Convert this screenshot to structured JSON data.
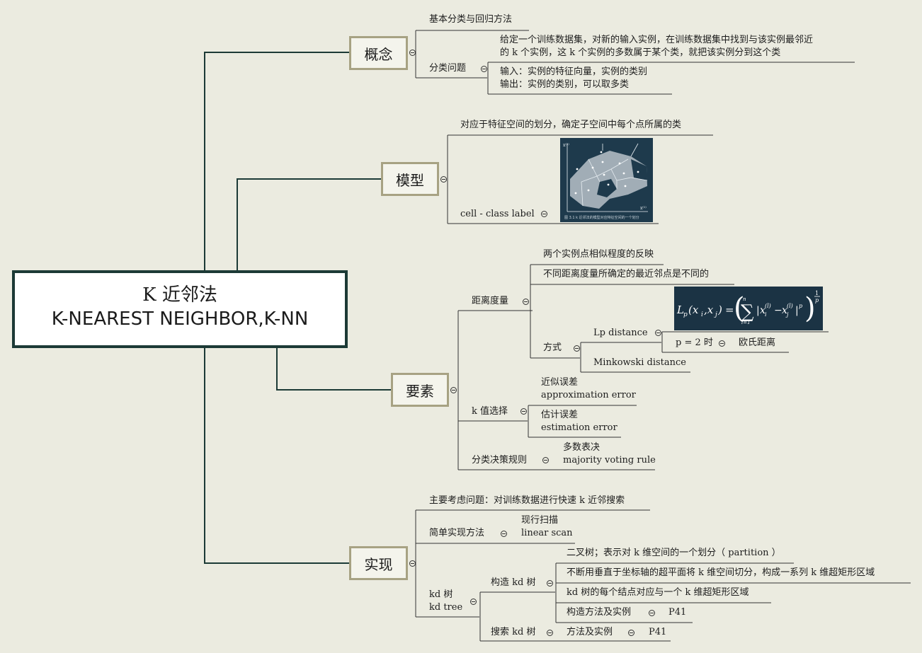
{
  "root": {
    "line1": "K 近邻法",
    "line2": "K-NEAREST NEIGHBOR,K-NN"
  },
  "concept": {
    "label": "概念",
    "basic": "基本分类与回归方法",
    "classification": "分类问题",
    "desc_line1": "给定一个训练数据集，对新的输入实例，在训练数据集中找到与该实例最邻近",
    "desc_line2": "的 k 个实例，这 k 个实例的多数属于某个类，就把该实例分到这个类",
    "input": "输入：实例的特征向量，实例的类别",
    "output": "输出：实例的类别，可以取多类"
  },
  "model": {
    "label": "模型",
    "desc": "对应于特征空间的划分，确定子空间中每个点所属的类",
    "cell": "cell - class label",
    "figure_caption": "图 3.1 k 近邻法的模型对应特征空间的一个划分"
  },
  "elements": {
    "label": "要素",
    "distance": "距离度量",
    "d1": "两个实例点相似程度的反映",
    "d2": "不同距离度量所确定的最近邻点是不同的",
    "method": "方式",
    "lp": "Lp distance",
    "p2": "p = 2 时",
    "euclid": "欧氏距离",
    "minkowski": "Minkowski distance",
    "kchoice": "k 值选择",
    "approx_cn": "近似误差",
    "approx_en": "approximation error",
    "est_cn": "估计误差",
    "est_en": "estimation error",
    "rule": "分类决策规则",
    "vote_cn": "多数表决",
    "vote_en": "majority voting rule"
  },
  "impl": {
    "label": "实现",
    "main": "主要考虑问题：对训练数据进行快速 k 近邻搜索",
    "simple": "简单实现方法",
    "scan_cn": "现行扫描",
    "scan_en": "linear scan",
    "kdtree_cn": "kd 树",
    "kdtree_en": "kd tree",
    "build": "构造 kd 树",
    "b1": "二叉树；表示对 k 维空间的一个划分（ partition ）",
    "b2": "不断用垂直于坐标轴的超平面将 k 维空间切分，构成一系列 k 维超矩形区域",
    "b3": "kd 树的每个结点对应与一个 k 维超矩形区域",
    "b4": "构造方法及实例",
    "b4p": "P41",
    "search": "搜索 kd 树",
    "s1": "方法及实例",
    "s1p": "P41"
  },
  "colors": {
    "background": "#ebebe0",
    "trunk": "#1c3a36",
    "branch_border": "#a7a283",
    "figure_bg": "#1e3a4c"
  }
}
